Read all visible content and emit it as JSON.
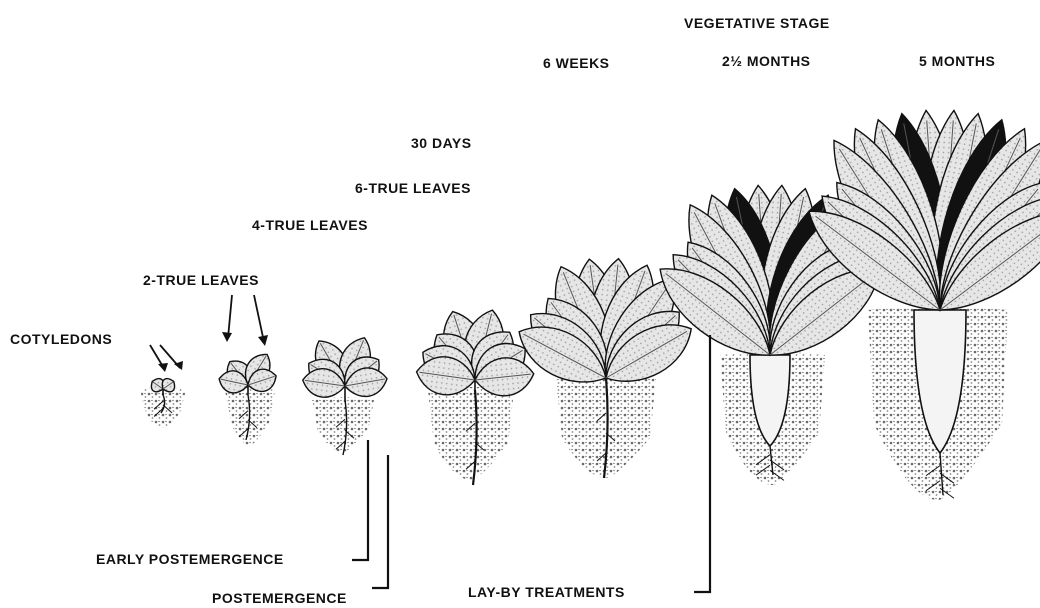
{
  "colors": {
    "ink": "#111111",
    "leaf": "#dcdcdc",
    "leaf_vein": "#555555",
    "soil": "#bdbdbd",
    "root": "#f4f4f4",
    "dark_leaf": "#111111"
  },
  "labels": {
    "vegetative_stage": "VEGETATIVE STAGE",
    "six_weeks": "6 WEEKS",
    "two_half_months": "2½ MONTHS",
    "five_months": "5 MONTHS",
    "thirty_days": "30 DAYS",
    "six_true_leaves": "6-TRUE LEAVES",
    "four_true_leaves": "4-TRUE LEAVES",
    "two_true_leaves": "2-TRUE LEAVES",
    "cotyledons": "COTYLEDONS",
    "early_postemergence": "EARLY POSTEMERGENCE",
    "postemergence": "POSTEMERGENCE",
    "lay_by_treatments": "LAY-BY TREATMENTS"
  },
  "stages": [
    {
      "name": "cotyledons",
      "leaves": 2,
      "root": "thread"
    },
    {
      "name": "2-true-leaves",
      "leaves": 4,
      "root": "thread"
    },
    {
      "name": "4-true-leaves",
      "leaves": 6,
      "root": "thread"
    },
    {
      "name": "6-true-leaves",
      "leaves": 8,
      "root": "taproot"
    },
    {
      "name": "6-weeks",
      "leaves": 10,
      "root": "taproot"
    },
    {
      "name": "2-half-months",
      "leaves": 14,
      "root": "beet"
    },
    {
      "name": "5-months",
      "leaves": 16,
      "root": "beet"
    }
  ]
}
